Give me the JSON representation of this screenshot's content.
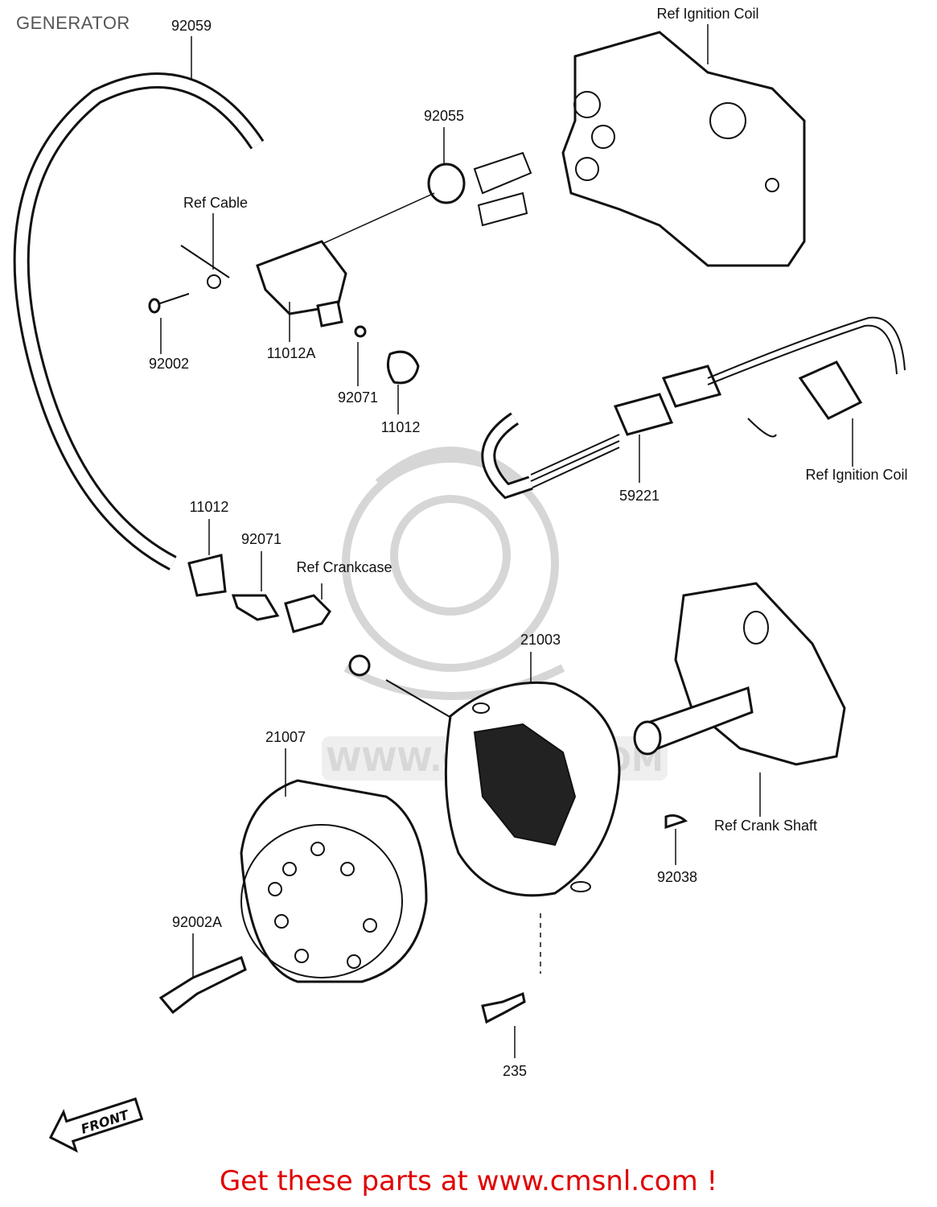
{
  "title": "GENERATOR",
  "footer": "Get these parts at www.cmsnl.com !",
  "watermark": "WWW.CMSNL.COM",
  "callouts": [
    {
      "id": "92059",
      "text": "92059"
    },
    {
      "id": "ref-ignition-coil-top",
      "text": "Ref Ignition Coil"
    },
    {
      "id": "92055",
      "text": "92055"
    },
    {
      "id": "ref-cable",
      "text": "Ref Cable"
    },
    {
      "id": "92002",
      "text": "92002"
    },
    {
      "id": "11012A",
      "text": "11012A"
    },
    {
      "id": "92071-top",
      "text": "92071"
    },
    {
      "id": "11012-top",
      "text": "11012"
    },
    {
      "id": "59221",
      "text": "59221"
    },
    {
      "id": "ref-ignition-coil-right",
      "text": "Ref Ignition Coil"
    },
    {
      "id": "11012-mid",
      "text": "11012"
    },
    {
      "id": "92071-mid",
      "text": "92071"
    },
    {
      "id": "ref-crankcase",
      "text": "Ref Crankcase"
    },
    {
      "id": "21003",
      "text": "21003"
    },
    {
      "id": "21007",
      "text": "21007"
    },
    {
      "id": "ref-crank-shaft",
      "text": "Ref Crank Shaft"
    },
    {
      "id": "92038",
      "text": "92038"
    },
    {
      "id": "92002A",
      "text": "92002A"
    },
    {
      "id": "235",
      "text": "235"
    }
  ],
  "front_marker": "FRONT",
  "colors": {
    "footer": "#e00000",
    "title": "#555555",
    "line": "#111111"
  }
}
